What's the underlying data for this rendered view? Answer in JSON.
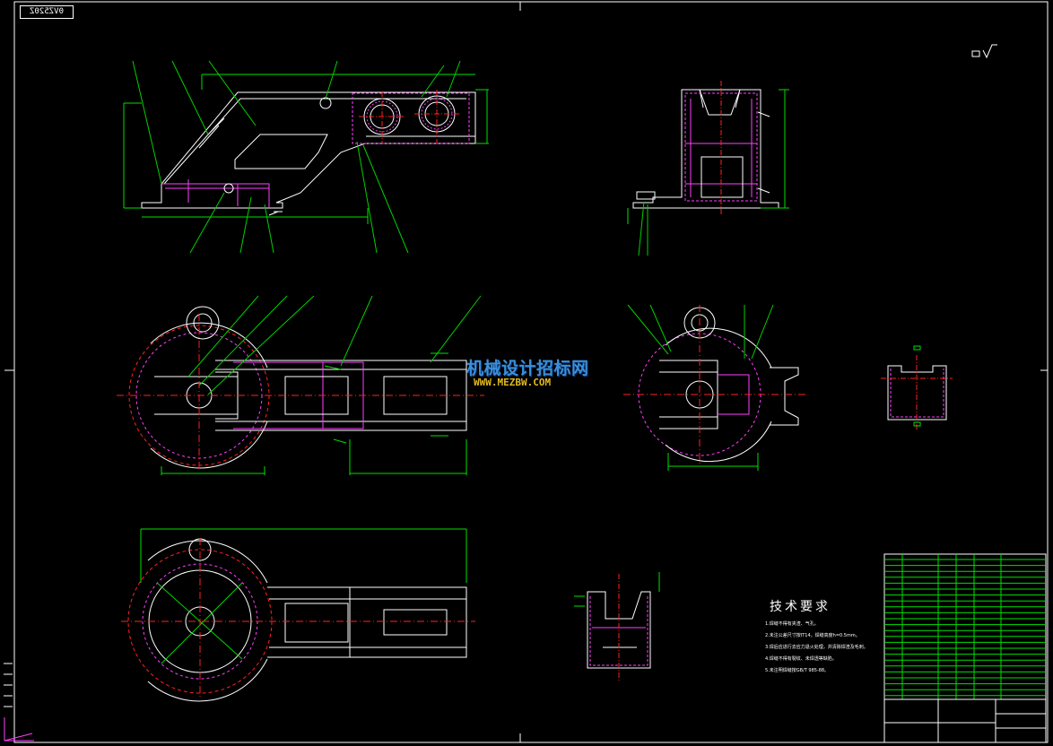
{
  "drawing": {
    "stamp_text": "0VZ520Z",
    "watermark": {
      "cn": "机械设计招标网",
      "url": "WWW.MEZBW.COM"
    },
    "technical_requirements": {
      "title": "技术要求",
      "items": [
        "1.焊缝不得有夹渣、气孔。",
        "2.未注公差尺寸按IT14，焊缝高度h=0.5mm。",
        "3.焊后应进行去应力退火处理，并清除焊渣及毛刺。",
        "4.焊缝不得有裂纹、未焊透等缺陷。",
        "5.未注明焊缝按GB/T 985-88。"
      ]
    },
    "colors": {
      "background": "#000000",
      "outline": "#ffffff",
      "centerline": "#ff2020",
      "dimension": "#00e000",
      "weld": "#ff40ff",
      "leader": "#00d000",
      "border": "#ffffff"
    }
  }
}
